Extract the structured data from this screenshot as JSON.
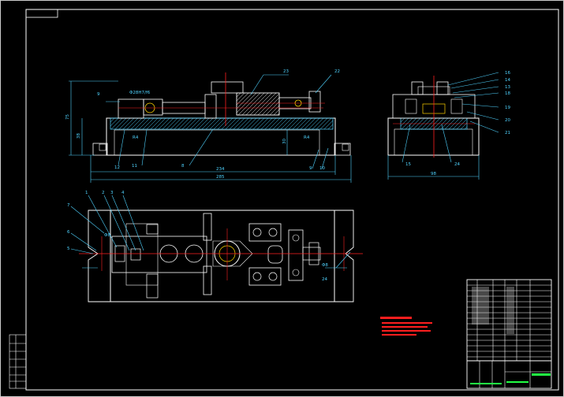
{
  "drawing": {
    "colors": {
      "background": "#000000",
      "outline": "#ffffff",
      "centerline": "#ff2020",
      "dimension": "#4fd3ff",
      "hatch": "#4fd3ff",
      "accent": "#ffd400",
      "notes": "#ff1e1e",
      "titleblock": "#ffffff",
      "titleblock_accent": "#22ff44"
    },
    "front_view": {
      "balloons_top": [
        "23",
        "22",
        "9"
      ],
      "fit_note": "Φ28H7/f6",
      "balloons_bottom": [
        "12",
        "11",
        "8",
        "9",
        "10"
      ],
      "dim_widths": [
        "234",
        "285"
      ],
      "dim_heights": [
        "75",
        "38",
        "30"
      ],
      "small_notes": [
        "R4",
        "R4"
      ]
    },
    "side_view": {
      "balloons_right": [
        "16",
        "14",
        "13",
        "18",
        "19",
        "20",
        "21"
      ],
      "balloons_bottom": [
        "15",
        "24"
      ],
      "dim_width": "98"
    },
    "top_view": {
      "balloons_top": [
        "1",
        "2",
        "3",
        "4"
      ],
      "balloons_left": [
        "7",
        "6",
        "5"
      ],
      "dims": [
        "Φ8",
        "Φ8",
        "24"
      ]
    }
  }
}
